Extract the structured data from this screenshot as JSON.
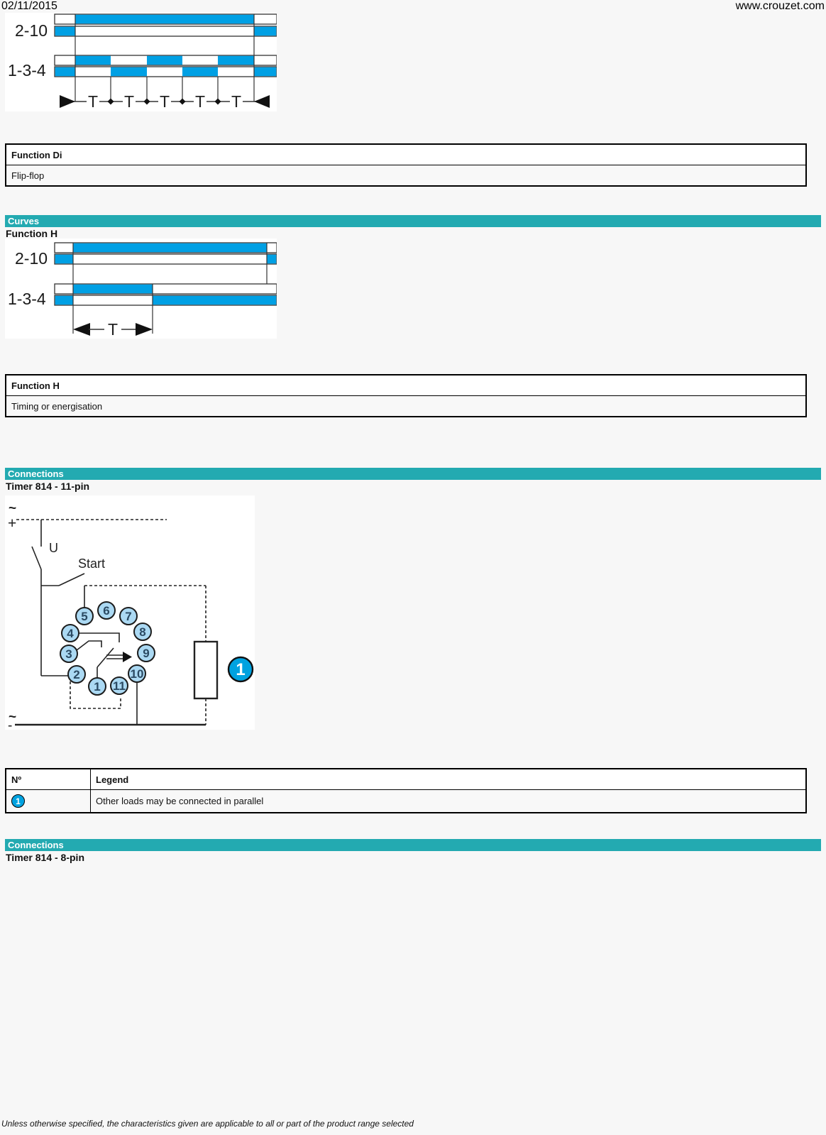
{
  "header": {
    "date": "02/11/2015",
    "site": "www.crouzet.com"
  },
  "colors": {
    "teal": "#23aab1",
    "cyan": "#00a0e4",
    "pin_fill": "#abd9f3",
    "badge_blue": "#00a2e0"
  },
  "function_di": {
    "table_title": "Function Di",
    "table_value": "Flip-flop",
    "diagram": {
      "row1_label": "2-10",
      "row2_label": "1-3-4",
      "t_label": "T"
    }
  },
  "curves_section": {
    "title": "Curves",
    "subtitle": "Function H"
  },
  "function_h": {
    "table_title": "Function H",
    "table_value": "Timing or energisation",
    "diagram": {
      "row1_label": "2-10",
      "row2_label": "1-3-4",
      "t_label": "T"
    }
  },
  "connections_11pin": {
    "title": "Connections",
    "subtitle": "Timer 814 - 11-pin",
    "diagram": {
      "ac": "~",
      "plus": "+",
      "minus": "-",
      "u": "U",
      "start": "Start",
      "pins": [
        "1",
        "2",
        "3",
        "4",
        "5",
        "6",
        "7",
        "8",
        "9",
        "10",
        "11"
      ],
      "badge": "1"
    }
  },
  "legend_table": {
    "headers": [
      "Nº",
      "Legend"
    ],
    "rows": [
      {
        "num": "1",
        "text": "Other loads may be connected in parallel"
      }
    ]
  },
  "connections_8pin": {
    "title": "Connections",
    "subtitle": "Timer 814 - 8-pin"
  },
  "footer": {
    "note": "Unless otherwise specified, the characteristics given are applicable to all or part of the product range selected"
  }
}
